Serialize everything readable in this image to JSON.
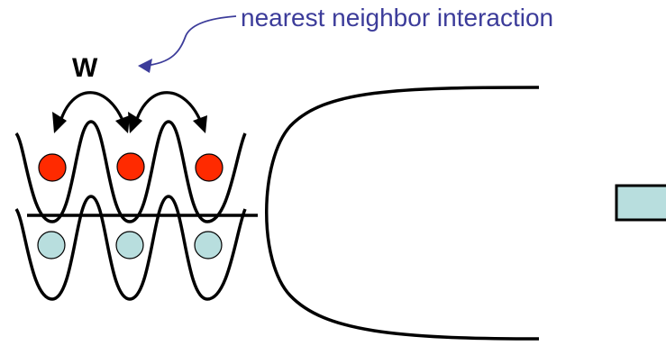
{
  "labels": {
    "annotation": "nearest neighbor interaction",
    "w_symbol": "W"
  },
  "colors": {
    "annotation_text": "#3c3c9a",
    "annotation_arrow": "#3c3c9a",
    "upper_atom": "#ff2a00",
    "lower_atom": "#b8dede",
    "stroke": "#000000",
    "box_fill": "#b8dede"
  },
  "atoms": {
    "upper_count": 3,
    "lower_count": 3
  }
}
